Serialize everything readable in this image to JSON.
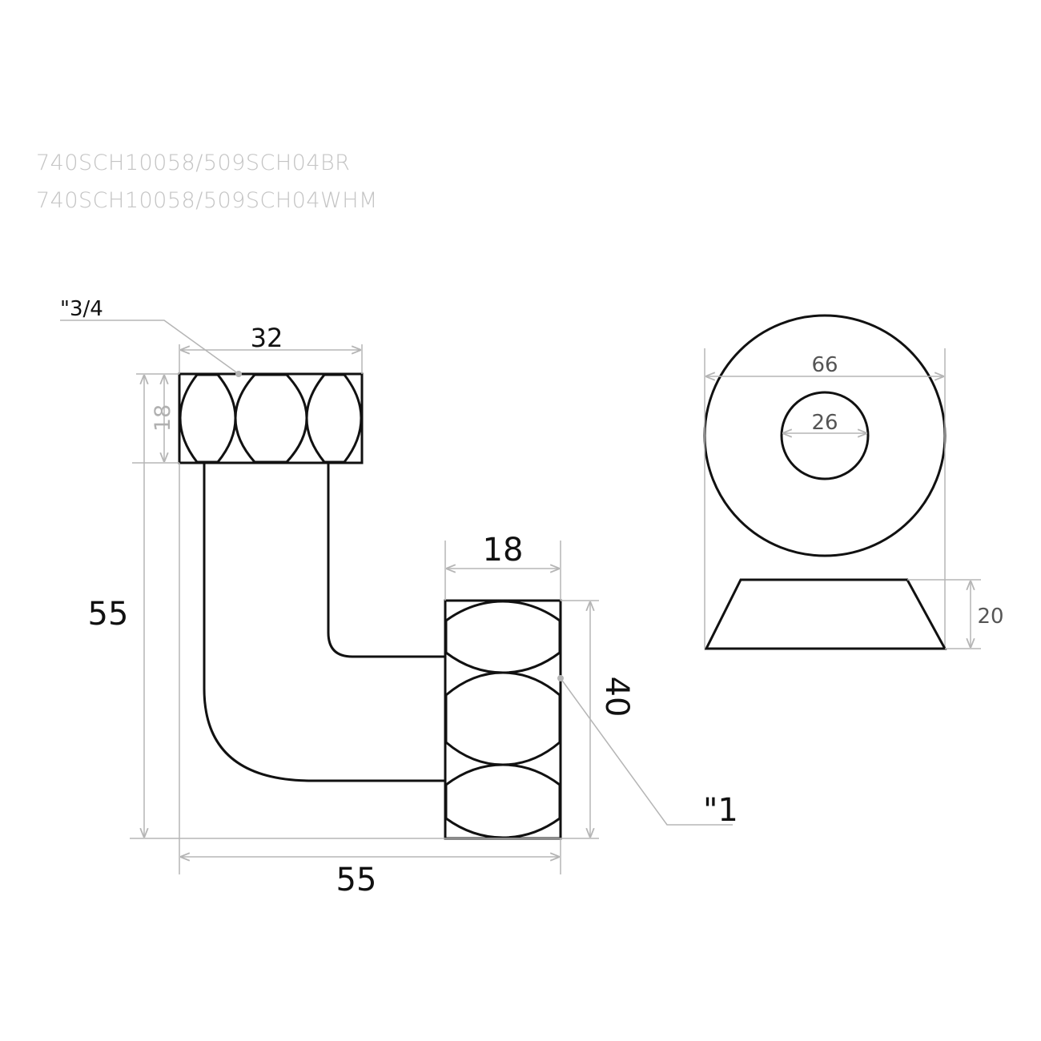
{
  "product_codes": [
    "740SCH10058/509SCH04BR",
    "740SCH10058/509SCH04WHM"
  ],
  "dimensions": {
    "top_width": "32",
    "top_height": "18",
    "overall_height": "55",
    "overall_width": "55",
    "base_width": "18",
    "base_height": "40",
    "thread_top": "\"3/4",
    "thread_bottom": "\"1",
    "flange_outer": "66",
    "flange_inner": "26",
    "flange_height": "20"
  }
}
